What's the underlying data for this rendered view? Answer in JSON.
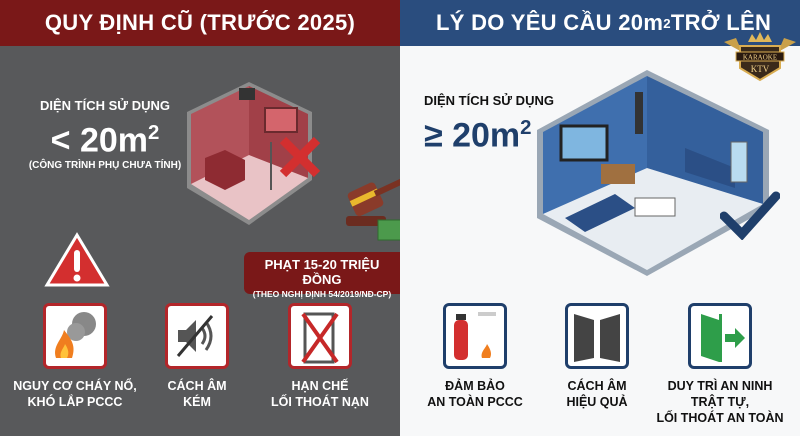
{
  "left": {
    "title": "QUY ĐỊNH CŨ (TRƯỚC 2025)",
    "area_label": "DIỆN TÍCH SỬ DỤNG",
    "area_value": "< 20m",
    "area_sup": "2",
    "area_note": "(CÔNG TRÌNH PHỤ CHƯA TÍNH)",
    "fine_title": "PHẠT 15-20 TRIỆU ĐỒNG",
    "fine_note": "(THEO NGHỊ ĐỊNH 54/2019/NĐ-CP)",
    "items": [
      {
        "icon": "fire-smoke-icon",
        "label1": "NGUY CƠ CHÁY NỔ,",
        "label2": "KHÓ LẮP PCCC"
      },
      {
        "icon": "speaker-muted-icon",
        "label1": "CÁCH ÂM",
        "label2": "KÉM"
      },
      {
        "icon": "blocked-door-icon",
        "label1": "HẠN CHẾ",
        "label2": "LỐI THOÁT NẠN"
      }
    ]
  },
  "right": {
    "title_pre": "LÝ DO YÊU CẦU 20m",
    "title_sup": "2",
    "title_post": " TRỞ LÊN",
    "area_label": "DIỆN TÍCH SỬ DỤNG",
    "area_value": "≥ 20m",
    "area_sup": "2",
    "items": [
      {
        "icon": "fire-extinguisher-icon",
        "label1": "ĐẢM BẢO",
        "label2": "AN TOÀN PCCC"
      },
      {
        "icon": "acoustic-panel-icon",
        "label1": "CÁCH ÂM",
        "label2": "HIỆU QUẢ"
      },
      {
        "icon": "emergency-exit-icon",
        "label1": "DUY TRÌ AN NINH",
        "label2": "TRẬT TỰ,",
        "label3": "LỐI THOÁT AN TOÀN"
      }
    ]
  },
  "logo": {
    "text1": "KARAOKE",
    "text2": "KTV"
  },
  "colors": {
    "left_header": "#7a1818",
    "left_bg": "#58595b",
    "right_header": "#2a4d7e",
    "warning_red": "#d32f2f",
    "check_blue": "#1f3f6b"
  }
}
